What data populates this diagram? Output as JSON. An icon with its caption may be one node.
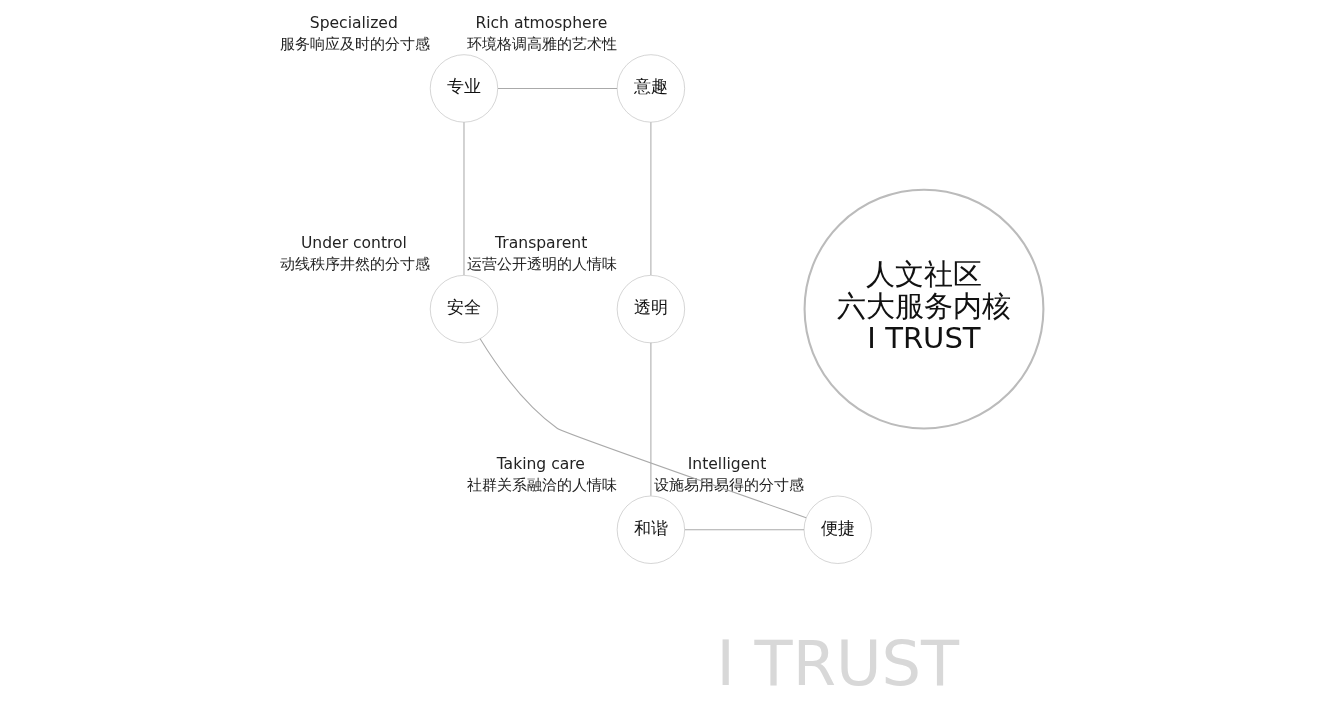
{
  "diagram": {
    "nodes": [
      {
        "text": [
          "人文社区",
          "六大服务内核",
          "I TRUST"
        ]
      },
      {
        "text": [
          "专业"
        ],
        "beside": [
          "Specialized",
          "服务响应及时的分寸感"
        ]
      },
      {
        "text": [
          "意趣"
        ],
        "beside": [
          "Rich atmosphere",
          "环境格调高雅的艺术性"
        ]
      },
      {
        "text": [
          "安全"
        ],
        "beside": [
          "Under control",
          "动线秩序井然的分寸感"
        ]
      },
      {
        "text": [
          "透明"
        ],
        "beside": [
          "Transparent",
          "运营公开透明的人情味"
        ]
      },
      {
        "text": [
          "便捷"
        ],
        "beside": [
          "Intelligent",
          "设施易用易得的分寸感"
        ]
      },
      {
        "text": [
          "和谐"
        ],
        "beside": [
          "Taking care",
          "社群关系融洽的人情味"
        ]
      }
    ],
    "edges": [
      {
        "from": 1,
        "to": 2,
        "arrow": "none"
      },
      {
        "from": 2,
        "to": 4,
        "arrow": "none"
      },
      {
        "from": 4,
        "to": 6,
        "arrow": "none"
      },
      {
        "from": 6,
        "to": 5,
        "arrow": "none"
      },
      {
        "from": 5,
        "to": 3,
        "arrow": "none"
      },
      {
        "from": 3,
        "to": 1,
        "arrow": "none"
      }
    ],
    "labels": [
      "I TRUST"
    ]
  }
}
